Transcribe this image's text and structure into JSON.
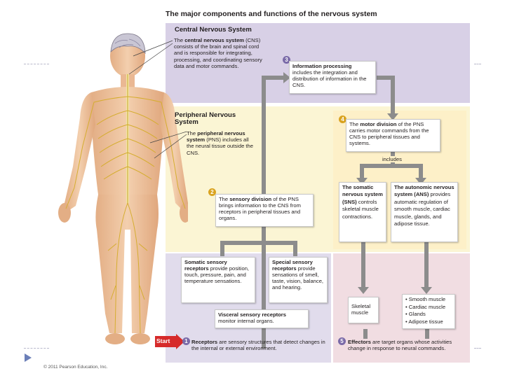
{
  "title": "The major components and functions of the nervous system",
  "cns": {
    "heading": "Central Nervous System",
    "b1": "The ",
    "b2": "central nervous system",
    "b3": " (CNS) consists of the brain and spinal cord and is responsible for integrating, processing, and coordinating sensory data and motor commands."
  },
  "pns": {
    "heading": "Peripheral Nervous System",
    "b1": "The ",
    "b2": "peripheral nervous system",
    "b3": " (PNS) includes all the neural tissue outside the CNS."
  },
  "steps": {
    "s1": {
      "num": "1",
      "bold": "Receptors",
      "rest": " are sensory structures that detect changes in the internal or external environment."
    },
    "s2": {
      "num": "2",
      "pre": "The ",
      "bold": "sensory division",
      "rest": " of the PNS brings information to the CNS from receptors in peripheral tissues and organs."
    },
    "s3": {
      "num": "3",
      "bold": "Information processing",
      "rest": " includes the integration and distribution of information in the CNS."
    },
    "s4": {
      "num": "4",
      "pre": "The ",
      "bold": "motor division",
      "rest": " of the PNS carries motor commands from the CNS to peripheral tissues and systems."
    },
    "s5": {
      "num": "5",
      "bold": "Effectors",
      "rest": " are target organs whose activities change in response to neural commands."
    }
  },
  "includes": "includes",
  "sns": {
    "bold": "The somatic nervous system (SNS)",
    "rest": " controls skeletal muscle contractions."
  },
  "ans": {
    "bold": "The autonomic nervous system (ANS)",
    "rest": " provides automatic regulation of smooth muscle, cardiac muscle, glands, and adipose tissue."
  },
  "receptors": {
    "somatic": {
      "bold": "Somatic sensory receptors",
      "rest": " provide position, touch, pressure, pain, and temperature sensations."
    },
    "special": {
      "bold": "Special sensory receptors",
      "rest": " provide sensations of smell, taste, vision, balance, and hearing."
    },
    "visceral": {
      "bold": "Visceral sensory receptors",
      "rest": " monitor internal organs."
    }
  },
  "skeletal": "Skeletal muscle",
  "effector_list": [
    "• Smooth muscle",
    "• Cardiac muscle",
    "• Glands",
    "• Adipose tissue"
  ],
  "start": "Start",
  "copyright": "© 2011 Pearson Education, Inc.",
  "colors": {
    "cns_bg": "#d8d0e6",
    "pns_bg": "#fbf5d4",
    "motor_bg": "#fdf4d6",
    "recept_bg": "#e1dcec",
    "effector_bg": "#f1dde2",
    "arrow": "#8c8c8c",
    "number_gold": "#d9a320",
    "number_purple": "#7a6aa8",
    "start_red": "#d62a2a"
  }
}
